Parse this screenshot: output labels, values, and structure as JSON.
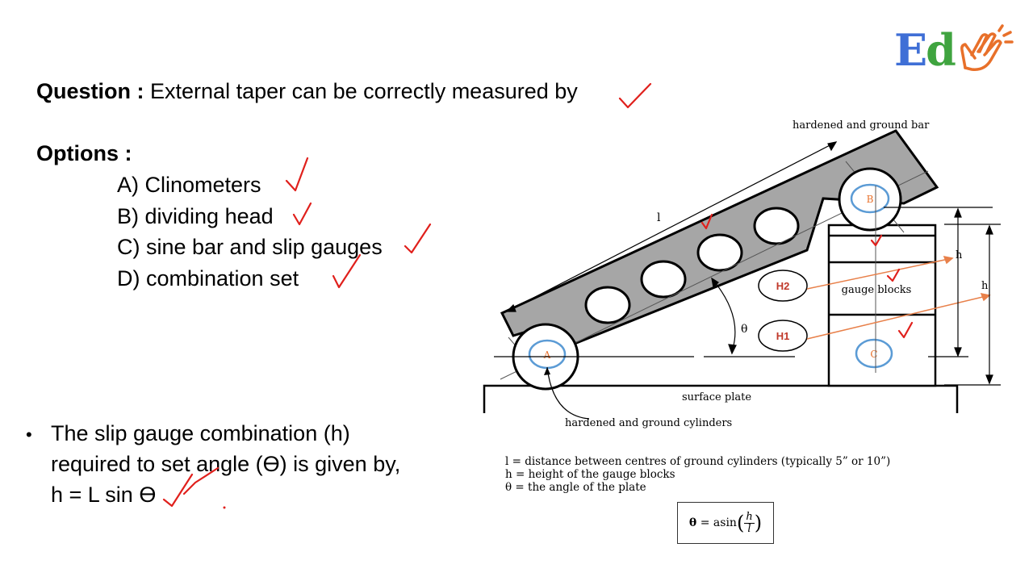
{
  "logo": {
    "letter_e": "E",
    "letter_d": "d",
    "icon": "clapping-hands-icon"
  },
  "question": {
    "prefix": "Question :",
    "text": "External taper can be correctly measured by"
  },
  "options": {
    "title": "Options :",
    "items": [
      {
        "label": "A) Clinometers"
      },
      {
        "label": "B) dividing head"
      },
      {
        "label": "C) sine bar and slip gauges"
      },
      {
        "label": "D) combination set"
      }
    ]
  },
  "note": {
    "line1": "The slip gauge combination (h)",
    "line2": "required to set angle (ϴ) is given by,",
    "line3": "h = L sin ϴ"
  },
  "diagram": {
    "labels": {
      "bar": "hardened and ground bar",
      "length": "l",
      "theta": "θ",
      "gauge_blocks": "gauge blocks",
      "h_inner": "h",
      "h_outer": "h",
      "surface_plate": "surface plate",
      "cylinders": "hardened and ground cylinders",
      "roller_a": "A",
      "roller_b": "B",
      "roller_c": "C",
      "h1": "H1",
      "h2": "H2"
    },
    "legend": [
      "l = distance between centres of ground cylinders (typically 5” or 10”)",
      "h = height of the gauge blocks",
      "θ = the angle of the plate"
    ],
    "formula": {
      "lhs": "θ",
      "eq": "=",
      "fn": "asin",
      "num": "h",
      "den": "l"
    }
  },
  "colors": {
    "annotation_red": "#e0201c",
    "arrow_orange": "#e8804a",
    "roller_blue": "#5b9bd5",
    "bar_gray": "#a6a6a6"
  }
}
